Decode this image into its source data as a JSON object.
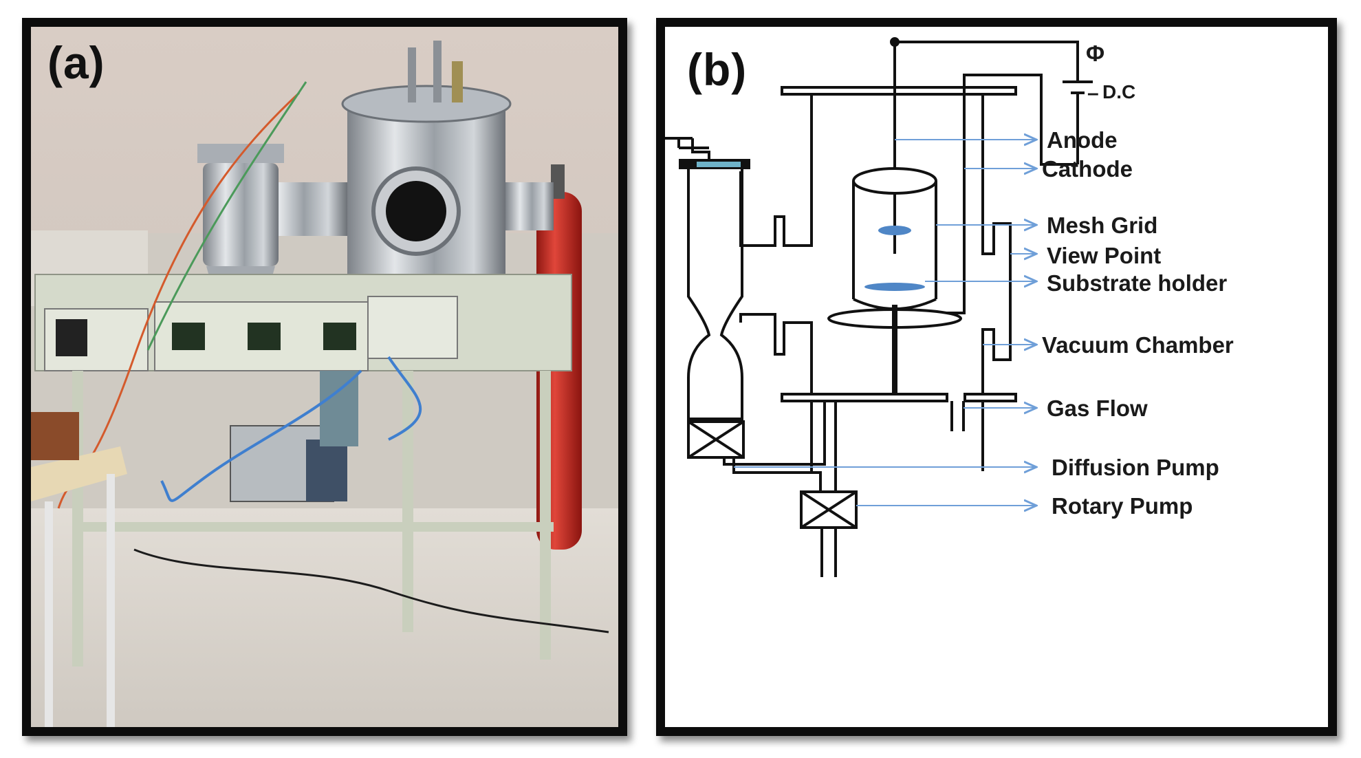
{
  "panel_a": {
    "label": "(a)"
  },
  "panel_b": {
    "label": "(b)",
    "power_symbol": "Φ",
    "power_label": "D.C",
    "minus_sign": "–",
    "labels": [
      {
        "key": "anode",
        "text": "Anode"
      },
      {
        "key": "cathode",
        "text": "Cathode"
      },
      {
        "key": "mesh-grid",
        "text": "Mesh Grid"
      },
      {
        "key": "view-point",
        "text": "View Point"
      },
      {
        "key": "substrate-holder",
        "text": "Substrate holder"
      },
      {
        "key": "vacuum-chamber",
        "text": "Vacuum Chamber"
      },
      {
        "key": "gas-flow",
        "text": "Gas Flow"
      },
      {
        "key": "diffusion-pump",
        "text": "Diffusion Pump"
      },
      {
        "key": "rotary-pump",
        "text": "Rotary Pump"
      }
    ]
  },
  "colors": {
    "frame": "#0c0c0c",
    "diagram_line": "#111111",
    "pointer_line": "#6f9fd8",
    "disc_fill": "#4f86c6",
    "steel": "#b9bec4",
    "cabinet": "#d7dccb",
    "fire_extinguisher": "#c8281e"
  }
}
